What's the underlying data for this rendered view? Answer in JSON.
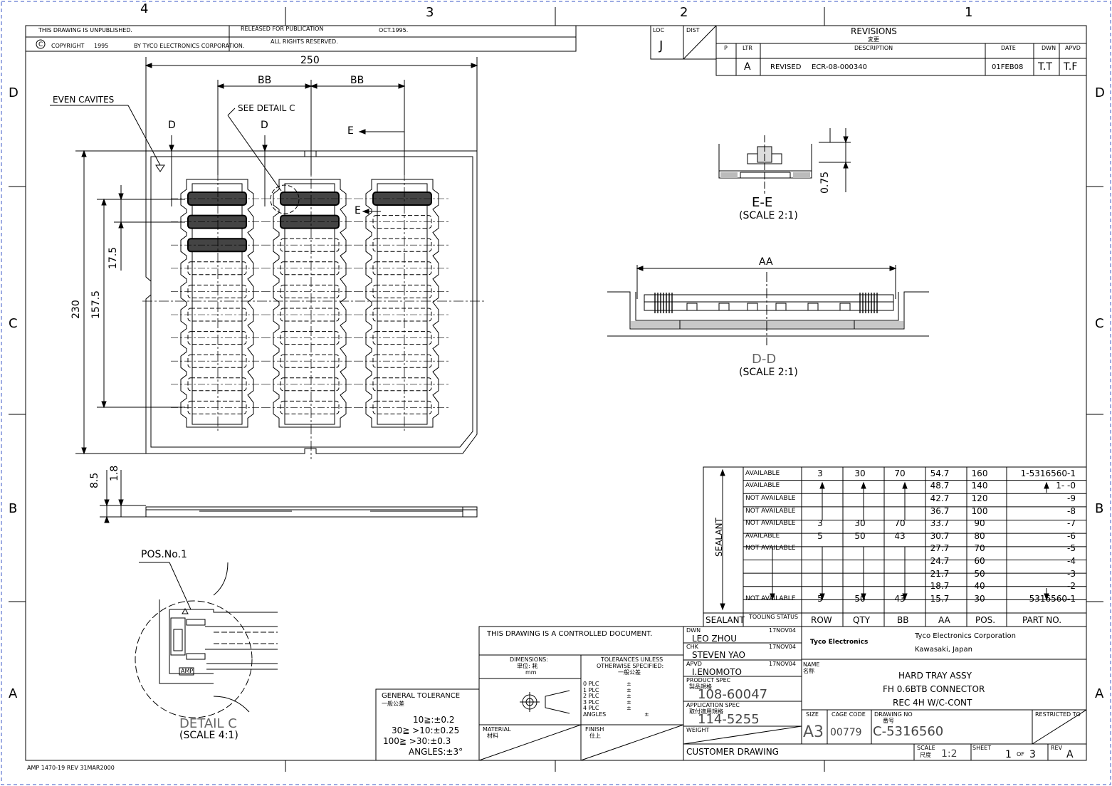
{
  "grid": {
    "cols": [
      "4",
      "3",
      "2",
      "1"
    ],
    "rows": [
      "D",
      "C",
      "B",
      "A"
    ]
  },
  "header": {
    "unpublished": "THIS DRAWING IS UNPUBLISHED.",
    "released": "RELEASED FOR PUBLICATION",
    "release_date": "OCT.1995.",
    "copyright": "COPYRIGHT",
    "copyright_year": "1995",
    "copyright_by": "BY TYCO ELECTRONICS CORPORATION.",
    "rights": "ALL RIGHTS RESERVED.",
    "loc_label": "LOC",
    "loc_value": "J",
    "dist_label": "DIST"
  },
  "revisions": {
    "title": "REVISIONS",
    "title_jp": "変更",
    "cols": [
      "P",
      "LTR",
      "DESCRIPTION",
      "DATE",
      "DWN",
      "APVD"
    ],
    "rows": [
      {
        "ltr": "A",
        "desc": "REVISED",
        "ecr": "ECR-08-000340",
        "date": "01FEB08",
        "dwn": "T.T",
        "apvd": "T.F"
      }
    ]
  },
  "main_view": {
    "dim_250": "250",
    "dim_bb1": "BB",
    "dim_bb2": "BB",
    "even_cavities": "EVEN CAVITES",
    "see_detail": "SEE DETAIL C",
    "sec_d1": "D",
    "sec_d2": "D",
    "sec_e1": "E",
    "sec_e2": "E",
    "dim_230": "230",
    "dim_157": "157.5",
    "dim_17": "17.5",
    "dim_85": "8.5",
    "dim_18": "1.8"
  },
  "section_ee": {
    "title": "E-E",
    "scale": "(SCALE 2:1)",
    "dim": "0.75"
  },
  "section_dd": {
    "title": "D-D",
    "scale": "(SCALE 2:1)",
    "dim": "AA"
  },
  "detail_c": {
    "pos_label": "POS.No.1",
    "title": "DETAIL C",
    "scale": "(SCALE 4:1)",
    "amp": "AMP"
  },
  "tooling_table": {
    "sealant_label": "SEALANT",
    "header": [
      "SEALANT",
      "TOOLING STATUS",
      "ROW",
      "QTY",
      "BB",
      "AA",
      "POS.",
      "PART NO."
    ],
    "rows": [
      {
        "status": "AVAILABLE",
        "row": "3",
        "qty": "30",
        "bb": "70",
        "aa": "54.7",
        "pos": "160",
        "part": "1-5316560-1"
      },
      {
        "status": "AVAILABLE",
        "row": "",
        "qty": "",
        "bb": "",
        "aa": "48.7",
        "pos": "140",
        "part": "1-       -0"
      },
      {
        "status": "NOT AVAILABLE",
        "row": "",
        "qty": "",
        "bb": "",
        "aa": "42.7",
        "pos": "120",
        "part": "-9"
      },
      {
        "status": "NOT AVAILABLE",
        "row": "",
        "qty": "",
        "bb": "",
        "aa": "36.7",
        "pos": "100",
        "part": "-8"
      },
      {
        "status": "NOT AVAILABLE",
        "row": "3",
        "qty": "30",
        "bb": "70",
        "aa": "33.7",
        "pos": "90",
        "part": "-7"
      },
      {
        "status": "AVAILABLE",
        "row": "5",
        "qty": "50",
        "bb": "43",
        "aa": "30.7",
        "pos": "80",
        "part": "-6"
      },
      {
        "status": "NOT AVAILABLE",
        "row": "",
        "qty": "",
        "bb": "",
        "aa": "27.7",
        "pos": "70",
        "part": "-5"
      },
      {
        "status": "",
        "row": "",
        "qty": "",
        "bb": "",
        "aa": "24.7",
        "pos": "60",
        "part": "-4"
      },
      {
        "status": "",
        "row": "",
        "qty": "",
        "bb": "",
        "aa": "21.7",
        "pos": "50",
        "part": "-3"
      },
      {
        "status": "",
        "row": "",
        "qty": "",
        "bb": "",
        "aa": "18.7",
        "pos": "40",
        "part": "-2"
      },
      {
        "status": "NOT AVAILABLE",
        "row": "5",
        "qty": "50",
        "bb": "43",
        "aa": "15.7",
        "pos": "30",
        "part": "5316560-1"
      }
    ]
  },
  "title_block": {
    "controlled": "THIS DRAWING IS A CONTROLLED DOCUMENT.",
    "dimensions": "DIMENSIONS:",
    "dim_jp": "単位: 耗",
    "dim_unit": "mm",
    "tol_title": "TOLERANCES UNLESS",
    "tol_title2": "OTHERWISE SPECIFIED:",
    "tol_jp": "一般公差",
    "tol_rows": [
      "0 PLC",
      "1 PLC",
      "2 PLC",
      "3 PLC",
      "4 PLC",
      "ANGLES"
    ],
    "pm": "±",
    "material": "MATERIAL",
    "material_jp": "材料",
    "finish": "FINISH",
    "finish_jp": "仕上",
    "dwn_label": "DWN",
    "dwn": "LEO ZHOU",
    "dwn_date": "17NOV04",
    "chk_label": "CHK",
    "chk": "STEVEN YAO",
    "chk_date": "17NOV04",
    "apvd_label": "APVD",
    "apvd": "I.ENOMOTO",
    "apvd_date": "17NOV04",
    "prod_spec_label": "PRODUCT SPEC",
    "prod_spec_jp": "製品規格",
    "prod_spec": "108-60047",
    "app_spec_label": "APPLICATION SPEC",
    "app_spec_jp": "取付適用規格",
    "app_spec": "114-5255",
    "weight_label": "WEIGHT",
    "company": "Tyco Electronics Corporation",
    "company_loc": "Kawasaki, Japan",
    "logo": "Tyco Electronics",
    "name_label": "NAME",
    "name_jp": "名称",
    "name1": "HARD TRAY ASSY",
    "name2": "FH 0.6BTB CONNECTOR",
    "name3": "REC 4H W/C-CONT",
    "size_label": "SIZE",
    "size": "A3",
    "cage_label": "CAGE CODE",
    "cage": "00779",
    "dwg_label": "DRAWING NO",
    "dwg_jp": "番号",
    "dwg": "C-5316560",
    "restricted": "RESTRICTED TO",
    "customer": "CUSTOMER DRAWING",
    "scale_label": "SCALE",
    "scale_jp": "尺度",
    "scale": "1:2",
    "sheet_label": "SHEET",
    "sheet": "1",
    "sheet_of": "OF",
    "sheet_total": "3",
    "rev_label": "REV",
    "rev": "A"
  },
  "general_tolerance": {
    "title": "GENERAL TOLERANCE",
    "title_jp": "一般公差",
    "l1": "10≧:±0.2",
    "l2": "30≧  >10:±0.25",
    "l3": "100≧  >30:±0.3",
    "l4": "ANGLES:±3°"
  },
  "footer": "AMP 1470-19 REV 31MAR2000"
}
